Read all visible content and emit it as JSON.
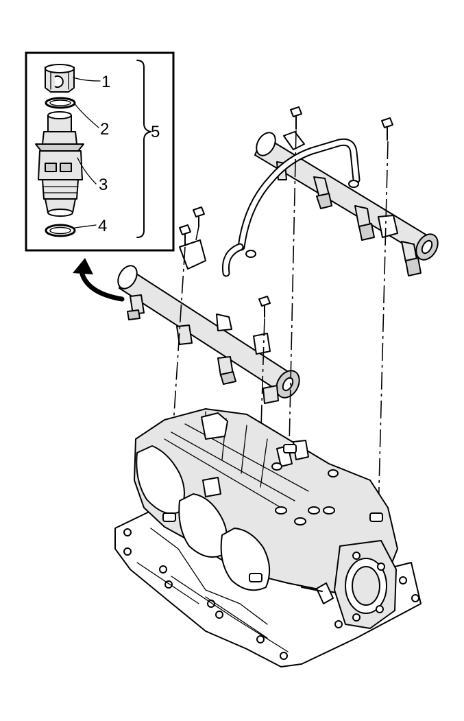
{
  "inset": {
    "callouts": [
      {
        "label": "1"
      },
      {
        "label": "2"
      },
      {
        "label": "3"
      },
      {
        "label": "4"
      }
    ],
    "group_label": "5"
  }
}
